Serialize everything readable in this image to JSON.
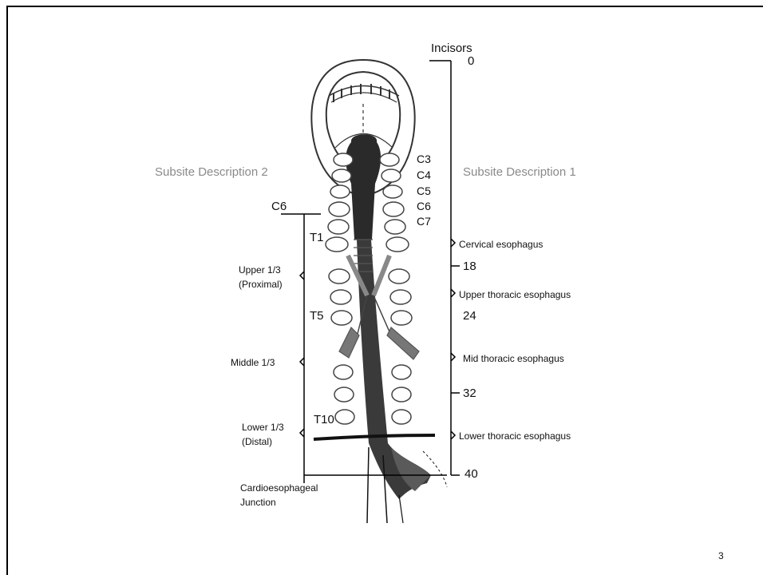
{
  "header": {
    "incisors": "Incisors"
  },
  "left_panel": {
    "title": "Subsite Description 2",
    "c6_label": "C6",
    "upper_line1": "Upper 1/3",
    "upper_line2": "(Proximal)",
    "middle": "Middle 1/3",
    "lower_line1": "Lower 1/3",
    "lower_line2": "(Distal)",
    "junction_line1": "Cardioesophageal",
    "junction_line2": "Junction"
  },
  "right_panel": {
    "title": "Subsite Description 1",
    "cervical": "Cervical esophagus",
    "upper_thoracic": "Upper thoracic esophagus",
    "mid_thoracic": "Mid thoracic esophagus",
    "lower_thoracic": "Lower thoracic esophagus"
  },
  "scale": {
    "d0": "0",
    "d18": "18",
    "d24": "24",
    "d32": "32",
    "d40": "40"
  },
  "vertebrae": {
    "c3": "C3",
    "c4": "C4",
    "c5": "C5",
    "c6": "C6",
    "c7": "C7",
    "t1": "T1",
    "t5": "T5",
    "t10": "T10"
  },
  "slide_number": "3"
}
